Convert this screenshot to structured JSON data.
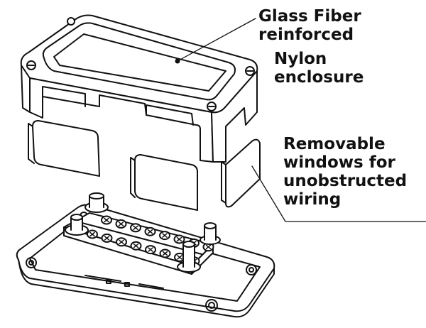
{
  "callouts": {
    "enclosure": {
      "lines": [
        "Glass Fiber",
        "reinforced",
        "Nylon",
        "enclosure"
      ]
    },
    "windows": {
      "lines": [
        "Removable",
        "windows for",
        "unobstructed",
        "wiring"
      ]
    }
  },
  "colors": {
    "line": "#111111",
    "fill": "#ffffff",
    "shade": "#f2f2f2",
    "text": "#111111"
  },
  "parts": {
    "terminal_screw_count": 16,
    "stud_count": 4
  }
}
